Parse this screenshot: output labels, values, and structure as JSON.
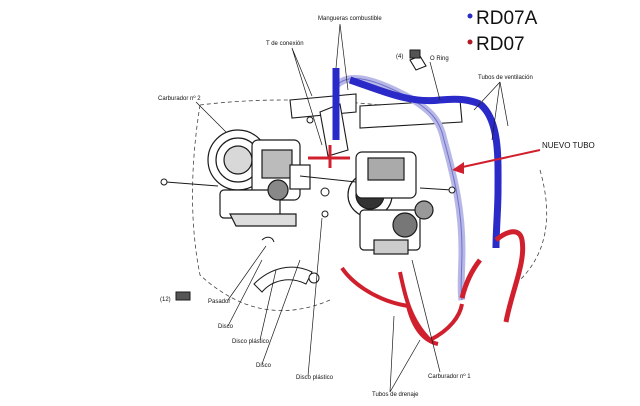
{
  "legend": {
    "items": [
      {
        "label": "RD07A",
        "color": "#2a2ac8"
      },
      {
        "label": "RD07",
        "color": "#b01a24"
      }
    ]
  },
  "labels": {
    "mangueras": "Mangueras combustible",
    "t_conexion": "T de conexión",
    "o_ring": "O Ring",
    "ref_4": "(4)",
    "tubos_ventilacion": "Tubos de ventilación",
    "nuevo_tubo": "NUEVO TUBO",
    "carb2": "Carburador nº 2",
    "carb1": "Carburador nº 1",
    "pasador": "Pasador",
    "disco1": "Disco",
    "disco_plastico1": "Disco plástico",
    "disco2": "Disco",
    "disco_plastico2": "Disco plástico",
    "tubos_drenaje": "Tubos de drenaje",
    "ref_12": "(12)"
  },
  "colors": {
    "blue_hose": "#2a2ac8",
    "light_hose": "#b8b8e8",
    "red_hose": "#d0202e",
    "arrow": "#d0202e",
    "line_art": "#1a1a1a"
  }
}
